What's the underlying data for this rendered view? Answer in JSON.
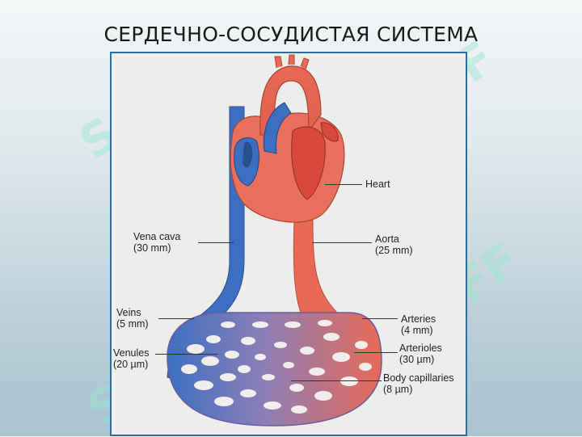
{
  "title": "СЕРДЕЧНО-СОСУДИСТАЯ СИСТЕМА",
  "watermark": "SOFF",
  "colors": {
    "arterial": "#e86a55",
    "venous": "#3d6fc0",
    "heart_inner": "#d8483a",
    "panel_border": "#2e6e98"
  },
  "labels": {
    "heart": {
      "name": "Heart"
    },
    "vena_cava": {
      "name": "Vena cava",
      "size": "(30 mm)"
    },
    "aorta": {
      "name": "Aorta",
      "size": "(25 mm)"
    },
    "veins": {
      "name": "Veins",
      "size": "(5 mm)"
    },
    "arteries": {
      "name": "Arteries",
      "size": "(4 mm)"
    },
    "venules": {
      "name": "Venules",
      "size": "(20 µm)"
    },
    "arterioles": {
      "name": "Arterioles",
      "size": "(30 µm)"
    },
    "capillaries": {
      "name": "Body capillaries",
      "size": "(8 µm)"
    }
  }
}
